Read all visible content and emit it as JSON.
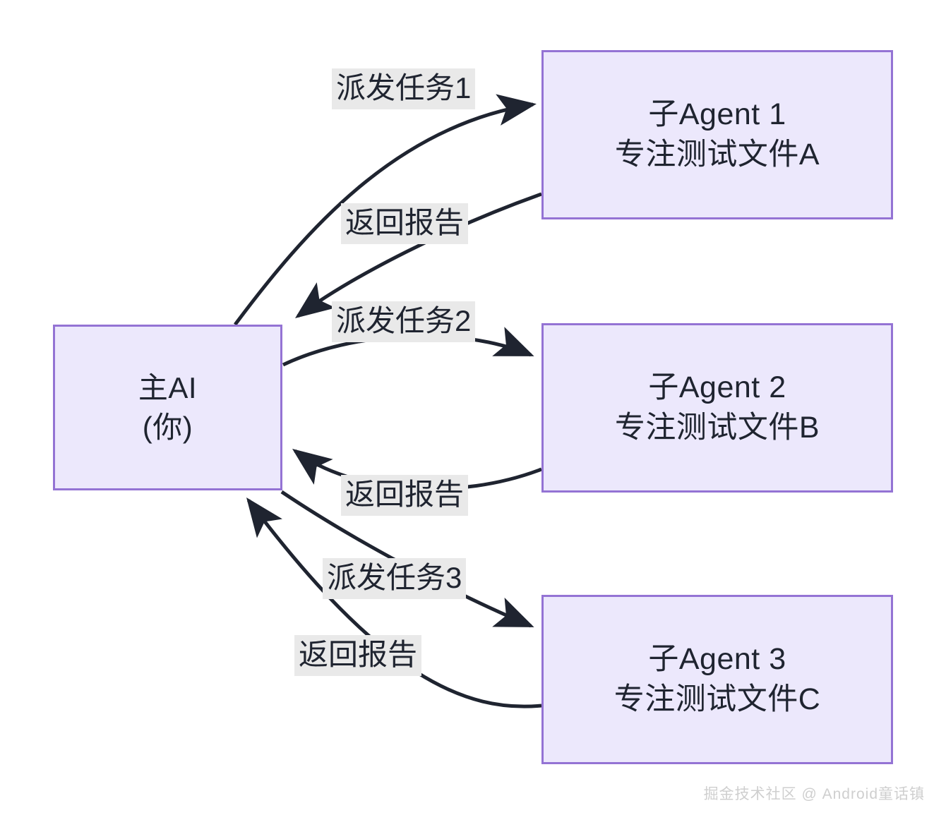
{
  "diagram": {
    "type": "flow-diagram",
    "title": "",
    "nodes": [
      {
        "id": "main",
        "line1": "主AI",
        "line2": "(你)"
      },
      {
        "id": "agent1",
        "line1": "子Agent 1",
        "line2": "专注测试文件A"
      },
      {
        "id": "agent2",
        "line1": "子Agent 2",
        "line2": "专注测试文件B"
      },
      {
        "id": "agent3",
        "line1": "子Agent 3",
        "line2": "专注测试文件C"
      }
    ],
    "edges": [
      {
        "id": "e1",
        "from": "main",
        "to": "agent1",
        "label": "派发任务1"
      },
      {
        "id": "e2",
        "from": "agent1",
        "to": "main",
        "label": "返回报告"
      },
      {
        "id": "e3",
        "from": "main",
        "to": "agent2",
        "label": "派发任务2"
      },
      {
        "id": "e4",
        "from": "agent2",
        "to": "main",
        "label": "返回报告"
      },
      {
        "id": "e5",
        "from": "main",
        "to": "agent3",
        "label": "派发任务3"
      },
      {
        "id": "e6",
        "from": "agent3",
        "to": "main",
        "label": "返回报告"
      }
    ],
    "colors": {
      "node_fill": "#ece8fc",
      "node_border": "#9473d4",
      "edge_stroke": "#1f2430",
      "label_background": "#e9e9e9",
      "text": "#1f2430",
      "background": "#ffffff",
      "watermark": "#cfcfcf"
    }
  },
  "watermark": {
    "text": "掘金技术社区 @ Android童话镇"
  }
}
